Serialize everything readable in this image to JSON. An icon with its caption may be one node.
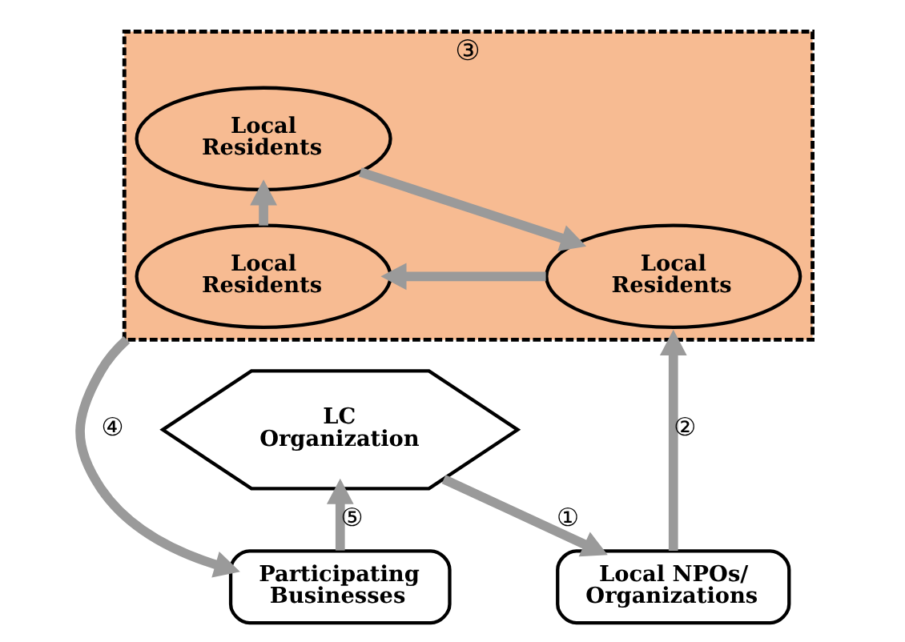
{
  "diagram": {
    "nodes": [
      {
        "text": [
          "③"
        ]
      },
      {
        "text": [
          "Local Residents"
        ],
        "in": 0
      },
      {
        "text": [
          "Local Residents"
        ],
        "in": 0
      },
      {
        "text": [
          "Local Residents"
        ],
        "in": 0
      },
      {
        "text": [
          "LC Organization"
        ]
      },
      {
        "text": [
          "Participating Businesses"
        ]
      },
      {
        "text": [
          "Local NPOs/ Organizations"
        ]
      }
    ],
    "edges": [
      {
        "from": 2,
        "to": 1,
        "arrow": "to"
      },
      {
        "from": 1,
        "to": 3,
        "arrow": "to"
      },
      {
        "from": 3,
        "to": 2,
        "arrow": "to"
      },
      {
        "from": 4,
        "to": 6,
        "arrow": "to",
        "label": "①"
      },
      {
        "from": 6,
        "to": 0,
        "arrow": "to",
        "label": "②"
      },
      {
        "from": 0,
        "to": 5,
        "arrow": "to",
        "label": "④"
      },
      {
        "from": 5,
        "to": 4,
        "arrow": "to",
        "label": "⑤"
      }
    ]
  }
}
